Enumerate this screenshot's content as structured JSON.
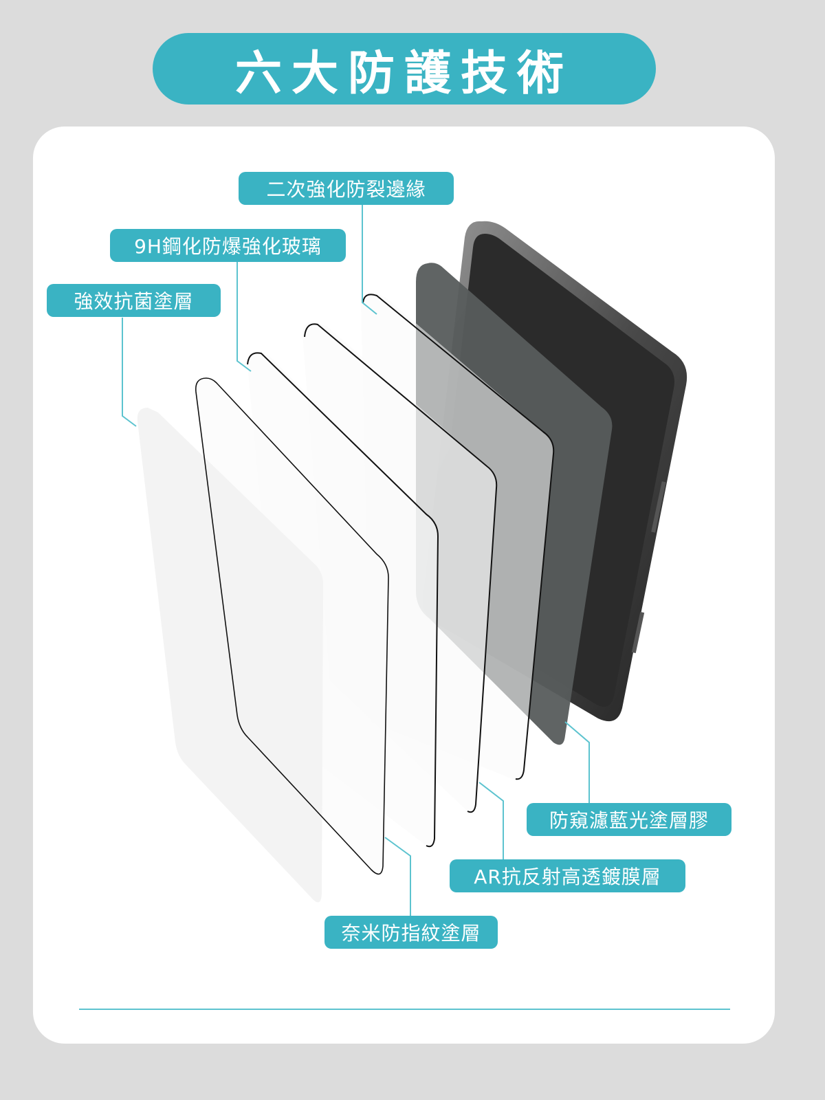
{
  "title": "六大防護技術",
  "labels": {
    "edge": "二次強化防裂邊緣",
    "glass": "9H鋼化防爆強化玻璃",
    "antibacterial": "強效抗菌塗層",
    "privacy": "防窺濾藍光塗層膠",
    "anti_reflective": "AR抗反射高透鍍膜層",
    "anti_fingerprint": "奈米防指紋塗層"
  },
  "colors": {
    "accent": "#3ab3c3",
    "background": "#dcdcdc",
    "card": "#ffffff",
    "privacy_layer": "#575c5c",
    "phone_body": "#2a2a2a"
  }
}
